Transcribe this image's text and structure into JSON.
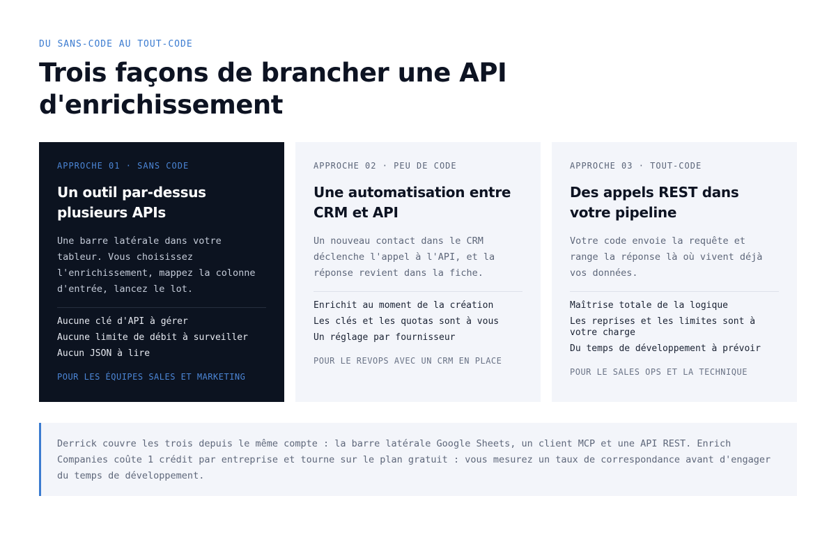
{
  "header": {
    "eyebrow": "DU SANS-CODE AU TOUT-CODE",
    "title": "Trois façons de brancher une API d'enrichissement"
  },
  "cards": [
    {
      "kicker": "APPROCHE 01 · SANS CODE",
      "title": "Un outil par-dessus plusieurs APIs",
      "description": "Une barre latérale dans votre tableur. Vous choisissez l'enrichissement, mappez la colonne d'entrée, lancez le lot.",
      "points": [
        "Aucune clé d'API à gérer",
        "Aucune limite de débit à surveiller",
        "Aucun JSON à lire"
      ],
      "audience": "POUR LES ÉQUIPES SALES ET MARKETING"
    },
    {
      "kicker": "APPROCHE 02 · PEU DE CODE",
      "title": "Une automatisation entre CRM et API",
      "description": "Un nouveau contact dans le CRM déclenche l'appel à l'API, et la réponse revient dans la fiche.",
      "points": [
        "Enrichit au moment de la création",
        "Les clés et les quotas sont à vous",
        "Un réglage par fournisseur"
      ],
      "audience": "POUR LE REVOPS AVEC UN CRM EN PLACE"
    },
    {
      "kicker": "APPROCHE 03 · TOUT-CODE",
      "title": "Des appels REST dans votre pipeline",
      "description": "Votre code envoie la requête et range la réponse là où vivent déjà vos données.",
      "points": [
        "Maîtrise totale de la logique",
        "Les reprises et les limites sont à votre charge",
        "Du temps de développement à prévoir"
      ],
      "audience": "POUR LE SALES OPS ET LA TECHNIQUE"
    }
  ],
  "note": {
    "text": "Derrick couvre les trois depuis le même compte : la barre latérale Google Sheets, un client MCP et une API REST. Enrich Companies coûte 1 crédit par entreprise et tourne sur le plan gratuit : vous mesurez un taux de correspondance avant d'engager du temps de développement."
  }
}
